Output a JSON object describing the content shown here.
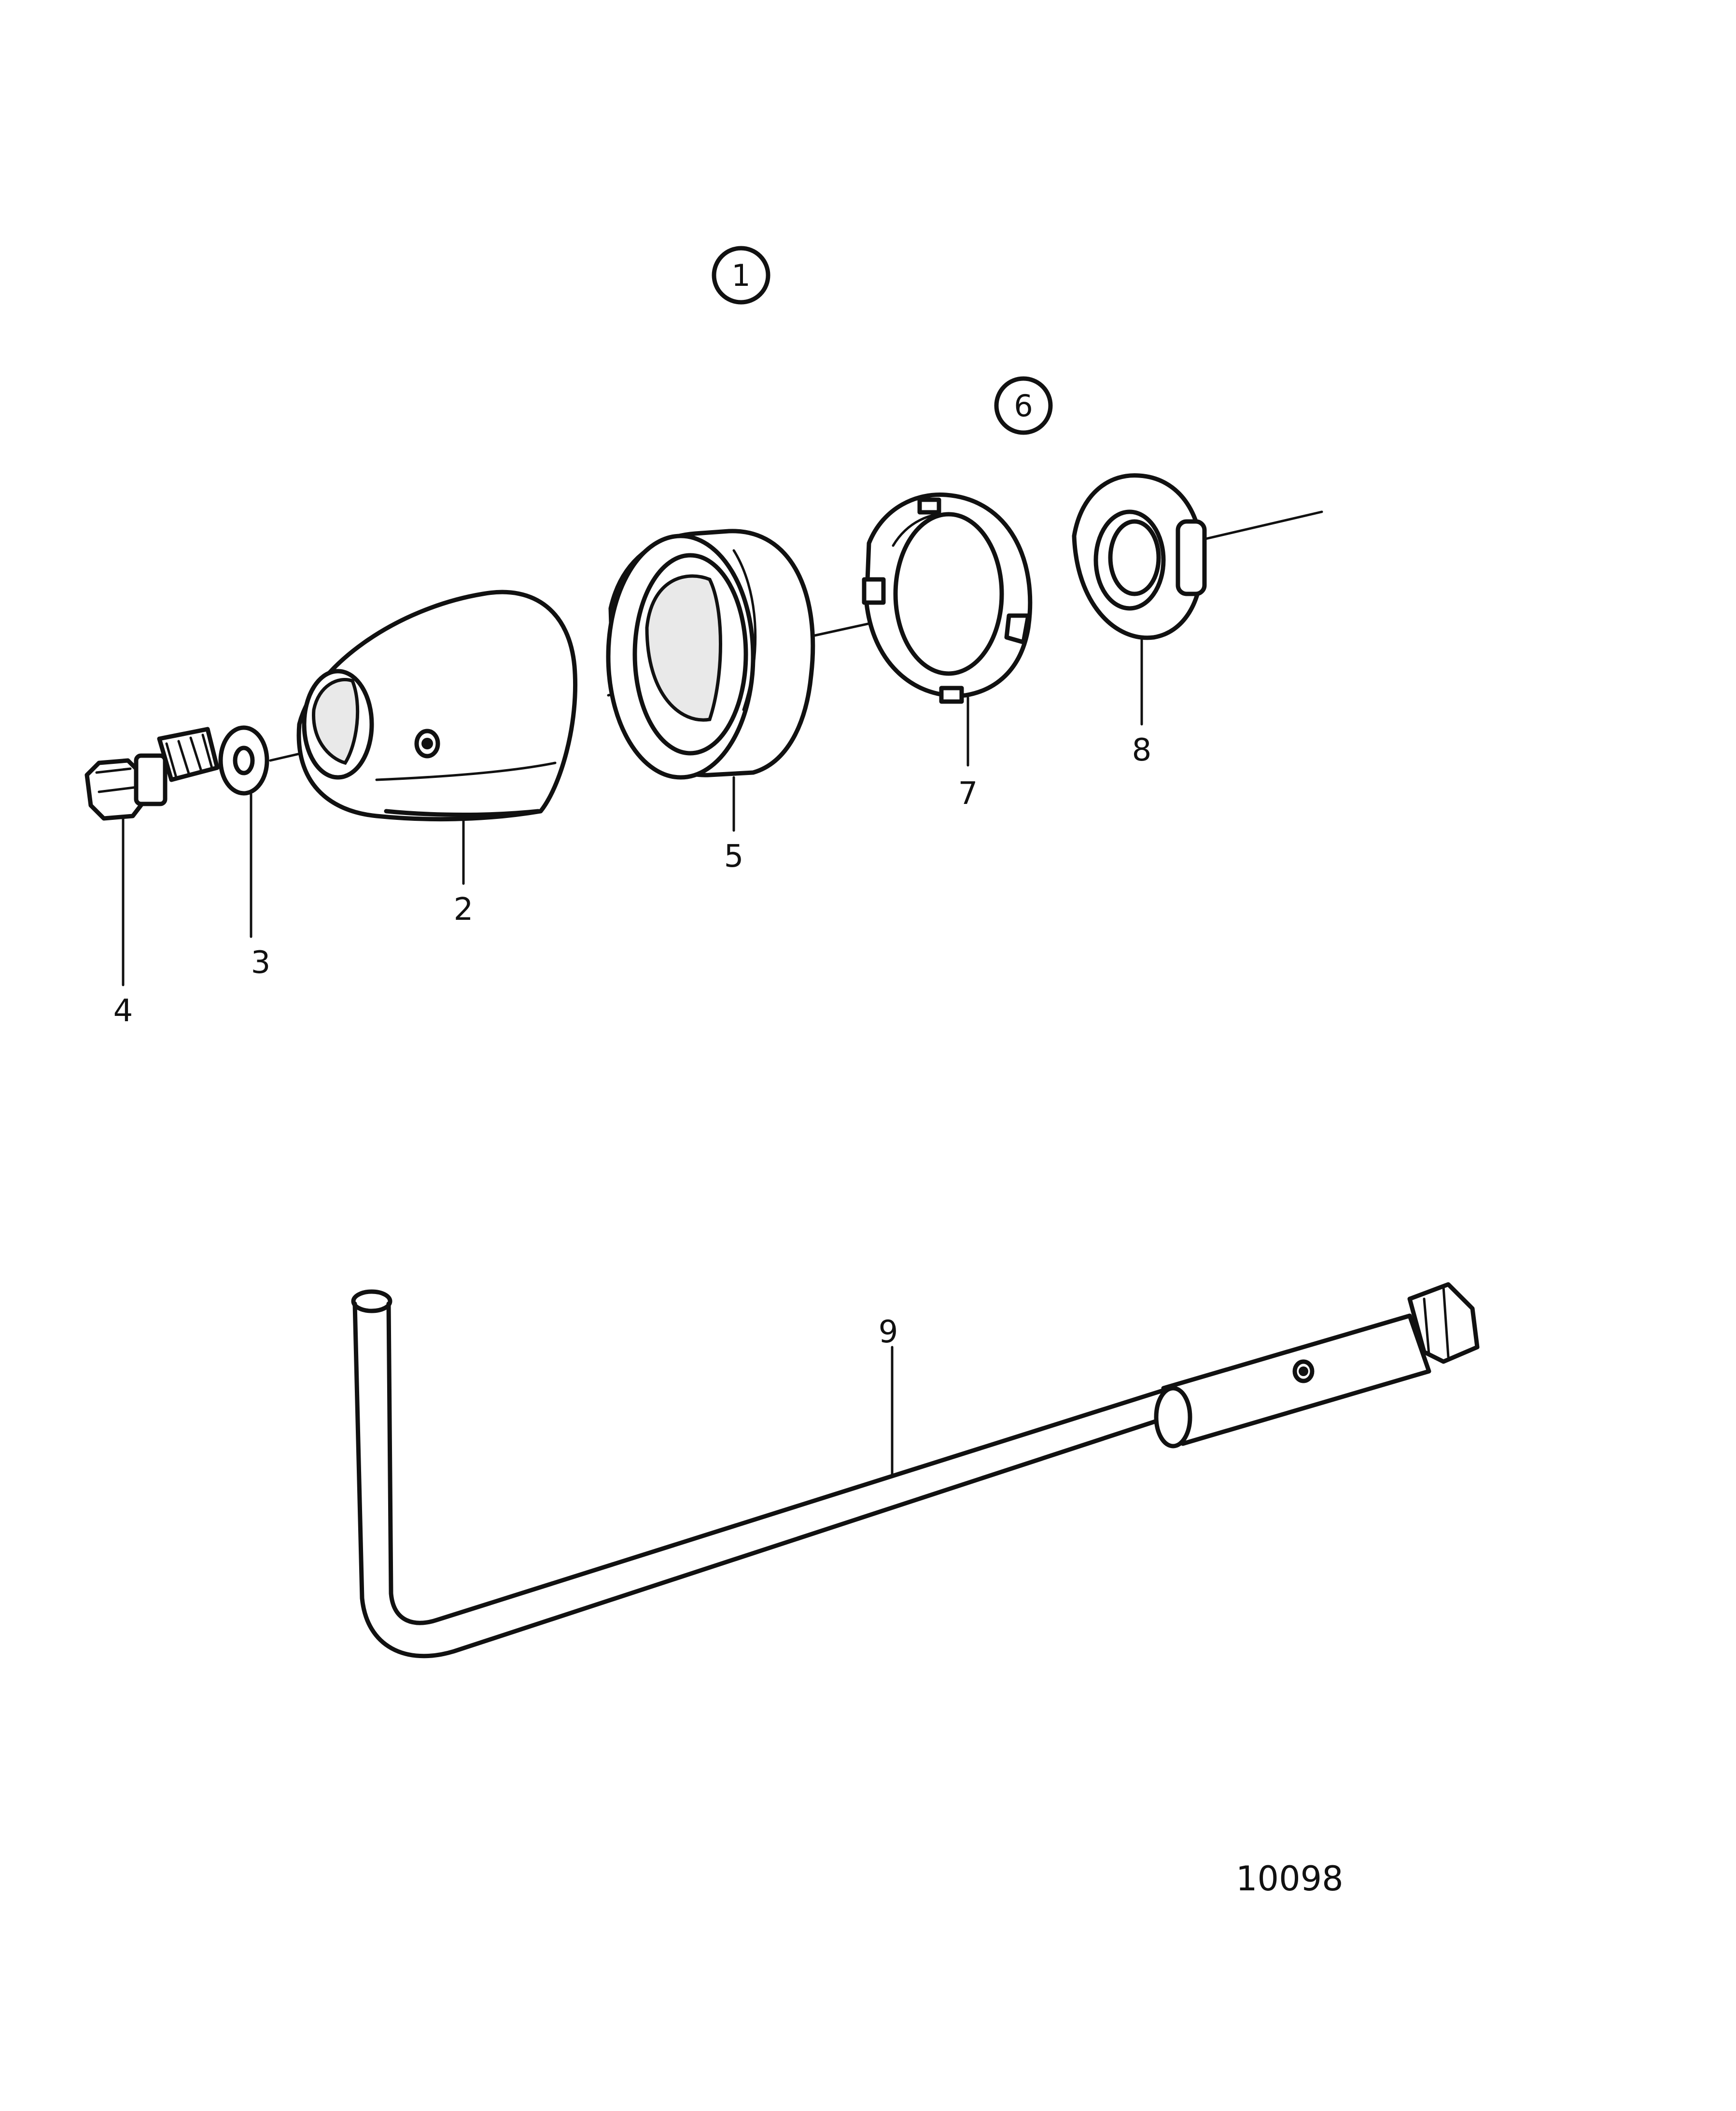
{
  "callouts": {
    "group_1": "1",
    "group_6": "6"
  },
  "labels": {
    "p2": "2",
    "p3": "3",
    "p4": "4",
    "p5": "5",
    "p7": "7",
    "p8": "8",
    "p9": "9"
  },
  "drawing_number": "10098"
}
